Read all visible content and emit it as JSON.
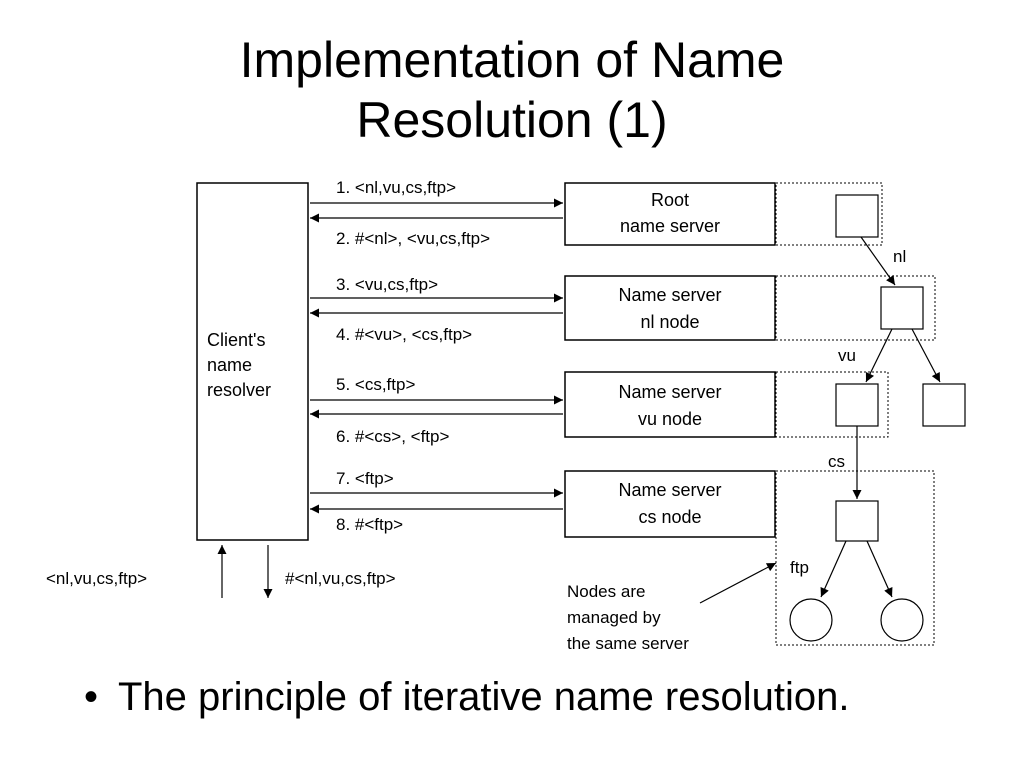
{
  "title": {
    "line1": "Implementation of Name",
    "line2": "Resolution (1)"
  },
  "diagram": {
    "client_label": [
      "Client's",
      "name",
      "resolver"
    ],
    "servers": [
      {
        "line1": "Root",
        "line2": "name server"
      },
      {
        "line1": "Name server",
        "line2": "nl node"
      },
      {
        "line1": "Name server",
        "line2": "vu node"
      },
      {
        "line1": "Name server",
        "line2": "cs node"
      }
    ],
    "messages": [
      "1. <nl,vu,cs,ftp>",
      "2. #<nl>, <vu,cs,ftp>",
      "3. <vu,cs,ftp>",
      "4. #<vu>, <cs,ftp>",
      "5. <cs,ftp>",
      "6. #<cs>, <ftp>",
      "7. <ftp>",
      "8. #<ftp>"
    ],
    "input_label": "<nl,vu,cs,ftp>",
    "output_label": "#<nl,vu,cs,ftp>",
    "edge_labels": {
      "nl": "nl",
      "vu": "vu",
      "cs": "cs",
      "ftp": "ftp"
    },
    "note": [
      "Nodes are",
      "managed by",
      "the same server"
    ]
  },
  "bullets": [
    "The principle of iterative name resolution."
  ]
}
